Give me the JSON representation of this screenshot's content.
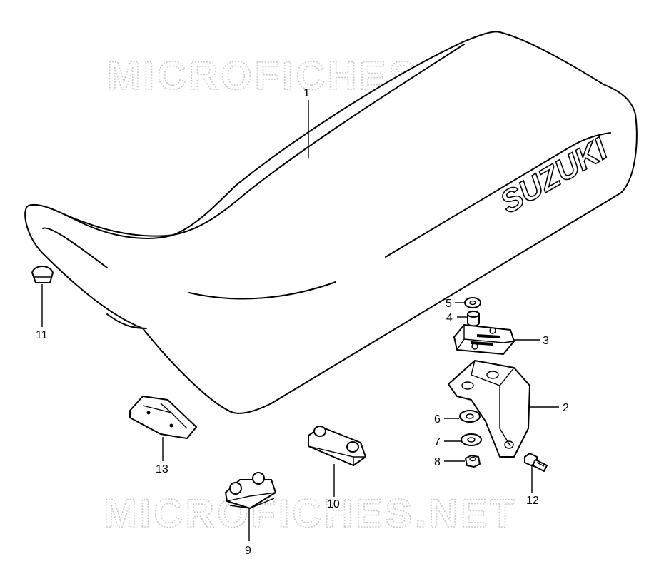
{
  "watermark": "MICROFICHES.NET",
  "brand_logo": "SUZUKI",
  "callouts": [
    {
      "id": "1"
    },
    {
      "id": "2"
    },
    {
      "id": "3"
    },
    {
      "id": "4"
    },
    {
      "id": "5"
    },
    {
      "id": "6"
    },
    {
      "id": "7"
    },
    {
      "id": "8"
    },
    {
      "id": "9"
    },
    {
      "id": "10"
    },
    {
      "id": "11"
    },
    {
      "id": "12"
    },
    {
      "id": "13"
    }
  ],
  "colors": {
    "line": "#000000",
    "background": "#ffffff",
    "watermark": "#c8c8c8"
  }
}
